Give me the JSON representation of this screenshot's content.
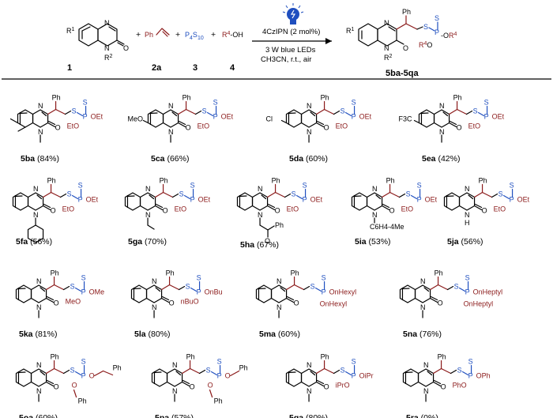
{
  "scheme": {
    "reagent_numbers": [
      "1",
      "2a",
      "3",
      "4"
    ],
    "product_number": "5ba-5qa",
    "reagents": {
      "r1": "R",
      "r1_sup": "1",
      "r2": "R",
      "r2_sup": "2",
      "ph": "Ph",
      "p4s10": "P",
      "p4s10_sub1": "4",
      "p4s10_s": "S",
      "p4s10_sub2": "10",
      "alcohol": "R",
      "alcohol_sup": "4",
      "alcohol_tail": "-OH",
      "plus": "+"
    },
    "conditions": {
      "catalyst": "4CzIPN (2 mol%)",
      "light": "3 W blue LEDs",
      "medium": "CH3CN, r.t., air"
    }
  },
  "compounds": [
    {
      "id": "5ba",
      "yield": "(84%)"
    },
    {
      "id": "5ca",
      "yield": "(66%)"
    },
    {
      "id": "5da",
      "yield": "(60%)"
    },
    {
      "id": "5ea",
      "yield": "(42%)"
    },
    {
      "id": "5fa",
      "yield": "(56%)"
    },
    {
      "id": "5ga",
      "yield": "(70%)"
    },
    {
      "id": "5ha",
      "yield": "(67%)"
    },
    {
      "id": "5ia",
      "yield": "(53%)"
    },
    {
      "id": "5ja",
      "yield": "(56%)"
    },
    {
      "id": "5ka",
      "yield": "(81%)"
    },
    {
      "id": "5la",
      "yield": "(80%)"
    },
    {
      "id": "5ma",
      "yield": "(60%)"
    },
    {
      "id": "5na",
      "yield": "(76%)"
    },
    {
      "id": "5oa",
      "yield": "(60%)"
    },
    {
      "id": "5pa",
      "yield": "(57%)"
    },
    {
      "id": "5qa",
      "yield": "(80%)"
    },
    {
      "id": "5ra",
      "yield": "(0%)"
    }
  ],
  "substituents": {
    "r6me": "",
    "r6ome": "MeO",
    "r6cl": "Cl",
    "r6cf3": "F3C",
    "n_me": "N",
    "ph": "Ph",
    "o": "O",
    "s": "S",
    "p": "P",
    "nh": "H",
    "c6h4": "C6H4-4Me",
    "oet": "OEt",
    "eto": "EtO",
    "ome": "OMe",
    "meo": "MeO",
    "obu": "OnBu",
    "nbuo": "nBuO",
    "hexyl": "OnHexyl",
    "heptyl": "OnHeptyl",
    "phenethyl": "Ph",
    "benzyl": "Ph",
    "ipr": "iPr",
    "ipro": "iPrO",
    "oipr": "OiPr",
    "oph": "OPh",
    "pho": "PhO"
  },
  "colors": {
    "red": "#8b1a1a",
    "blue": "#1f4fbf",
    "black": "#000000"
  }
}
